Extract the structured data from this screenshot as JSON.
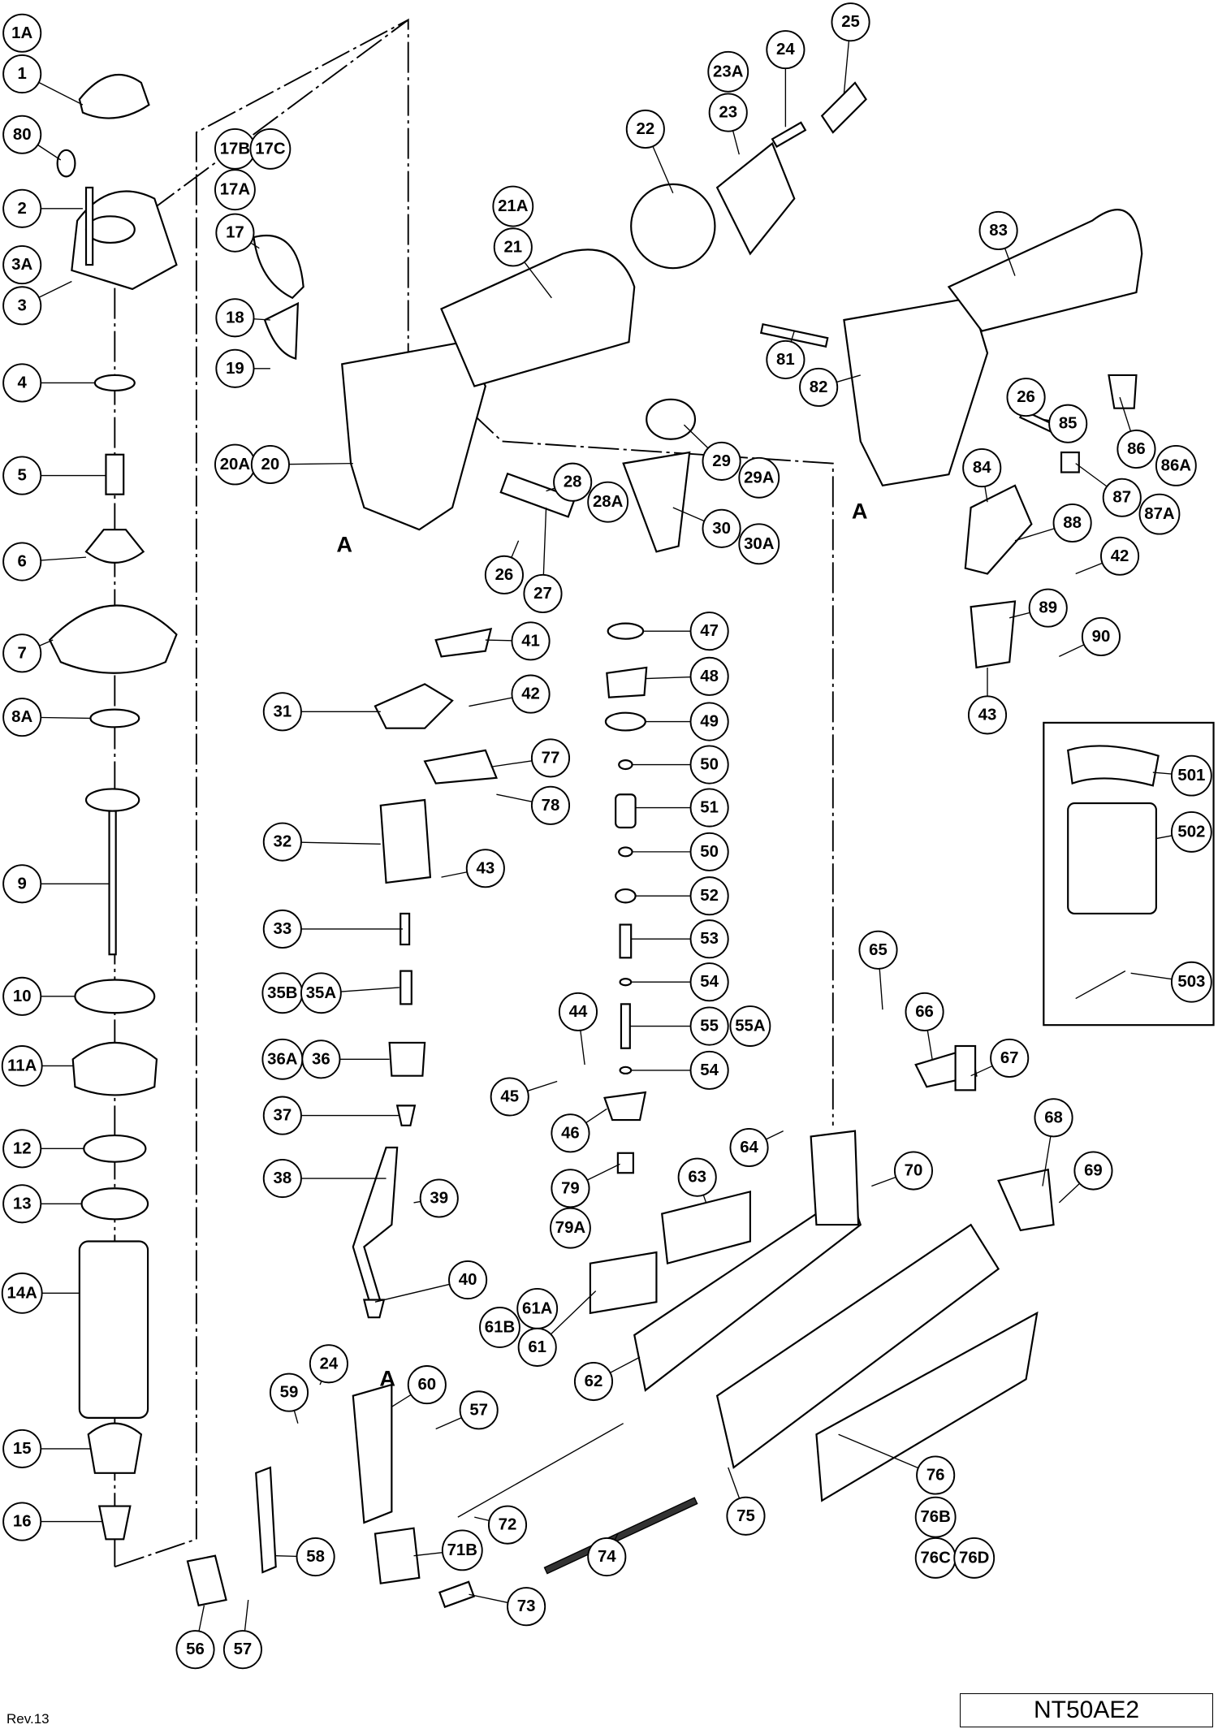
{
  "callouts": [
    "1A",
    "1",
    "80",
    "2",
    "3A",
    "3",
    "4",
    "5",
    "6",
    "7",
    "8A",
    "9",
    "10",
    "11A",
    "12",
    "13",
    "14A",
    "15",
    "16",
    "17B",
    "17C",
    "17A",
    "17",
    "18",
    "19",
    "20A",
    "20",
    "21A",
    "21",
    "22",
    "23A",
    "23",
    "24",
    "25",
    "28",
    "28A",
    "26",
    "27",
    "29",
    "29A",
    "30",
    "30A",
    "83",
    "81",
    "82",
    "26",
    "85",
    "86",
    "86A",
    "87",
    "87A",
    "84",
    "88",
    "42",
    "89",
    "90",
    "43",
    "41",
    "42",
    "31",
    "77",
    "78",
    "32",
    "43",
    "33",
    "35B",
    "35A",
    "36A",
    "36",
    "37",
    "38",
    "39",
    "40",
    "47",
    "48",
    "49",
    "50",
    "51",
    "50",
    "52",
    "53",
    "54",
    "55",
    "55A",
    "54",
    "44",
    "45",
    "46",
    "79",
    "79A",
    "65",
    "66",
    "67",
    "68",
    "69",
    "70",
    "64",
    "63",
    "61A",
    "61B",
    "61",
    "62",
    "60",
    "57",
    "24",
    "59",
    "58",
    "56",
    "57",
    "71B",
    "72",
    "73",
    "74",
    "75",
    "76",
    "76B",
    "76C",
    "76D",
    "501",
    "502",
    "503"
  ],
  "section_markers": [
    "A",
    "A",
    "A"
  ],
  "revision": "Rev.13",
  "model": "NT50AE2"
}
